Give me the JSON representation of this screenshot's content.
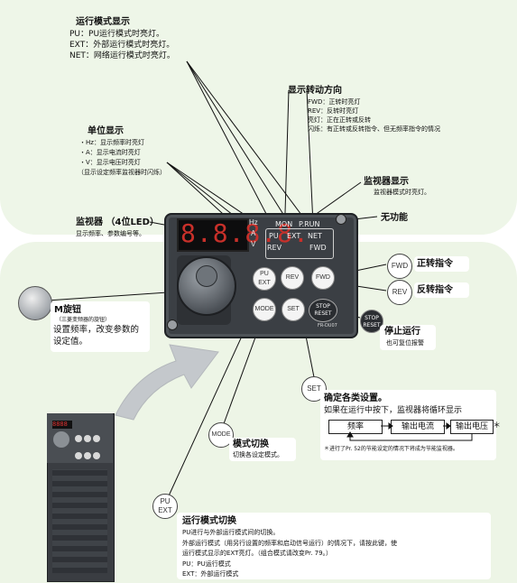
{
  "run_mode_display": {
    "title": "运行模式显示",
    "lines": [
      "PU：PU运行模式时亮灯。",
      "EXT：外部运行模式时亮灯。",
      "NET：网络运行模式时亮灯。"
    ]
  },
  "rotation_display": {
    "title": "显示转动方向",
    "lines": [
      "FWD：正转时亮灯",
      "REV：反转时亮灯",
      "亮灯：正在正转或反转",
      "闪烁：有正转或反转指令、但无频率指令的情况"
    ]
  },
  "unit_display": {
    "title": "单位显示",
    "lines": [
      "・Hz：显示频率时亮灯",
      "・A：显示电流时亮灯",
      "・V：显示电压时亮灯",
      "（显示设定频率监视器时闪烁）"
    ]
  },
  "monitor_display": {
    "title": "监视器显示",
    "line": "监视器模式时亮灯。"
  },
  "monitor_led": {
    "title": "监视器 （4位LED）",
    "line": "显示频率、参数编号等。",
    "digits": "8.8.8.8."
  },
  "no_function": "无功能",
  "panel": {
    "units": [
      "Hz",
      "A",
      "V"
    ],
    "status_row1": [
      "MON",
      "P.RUN"
    ],
    "status_row2": [
      "PU",
      "EXT",
      "NET"
    ],
    "status_row3": [
      "REV",
      "FWD"
    ],
    "pu_ext": [
      "PU",
      "EXT"
    ],
    "rev": "REV",
    "fwd": "FWD",
    "mode": "MODE",
    "set": "SET",
    "stop_reset": [
      "STOP",
      "RESET"
    ],
    "model": "FR-DU07"
  },
  "fwd_callout": {
    "button": "FWD",
    "label": "正转指令"
  },
  "rev_callout": {
    "button": "REV",
    "label": "反转指令"
  },
  "stop_callout": {
    "button": [
      "STOP",
      "RESET"
    ],
    "label": "停止运行",
    "sub": "也可复位报警"
  },
  "m_dial": {
    "title": "M旋钮",
    "note": "（三菱变频器的旋钮）",
    "lines": [
      "设置频率，改变参数的",
      "设定值。"
    ]
  },
  "set_callout": {
    "button": "SET",
    "title": "确定各类设置。",
    "line": "如果在运行中按下，监视器将循环显示",
    "flow": [
      "频率",
      "输出电流",
      "输出电压"
    ],
    "star": "＊",
    "footnote": "＊进行了Pr. 52的节能设定的情况下将成为节能监视器。"
  },
  "mode_callout": {
    "button": "MODE",
    "title": "模式切换",
    "line": "切换各设定模式。"
  },
  "pu_ext_callout": {
    "button": [
      "PU",
      "EXT"
    ],
    "title": "运行模式切换",
    "lines": [
      "PU进行与外部运行模式间的切换。",
      "外部运行模式（用另行设置的频率和启动信号运行）的情况下，请按此键，使",
      "运行模式显示的EXT亮灯。（组合模式请改变Pr. 79。）",
      "PU：PU运行模式",
      "EXT：外部运行模式"
    ]
  },
  "inverter_led": "8888"
}
